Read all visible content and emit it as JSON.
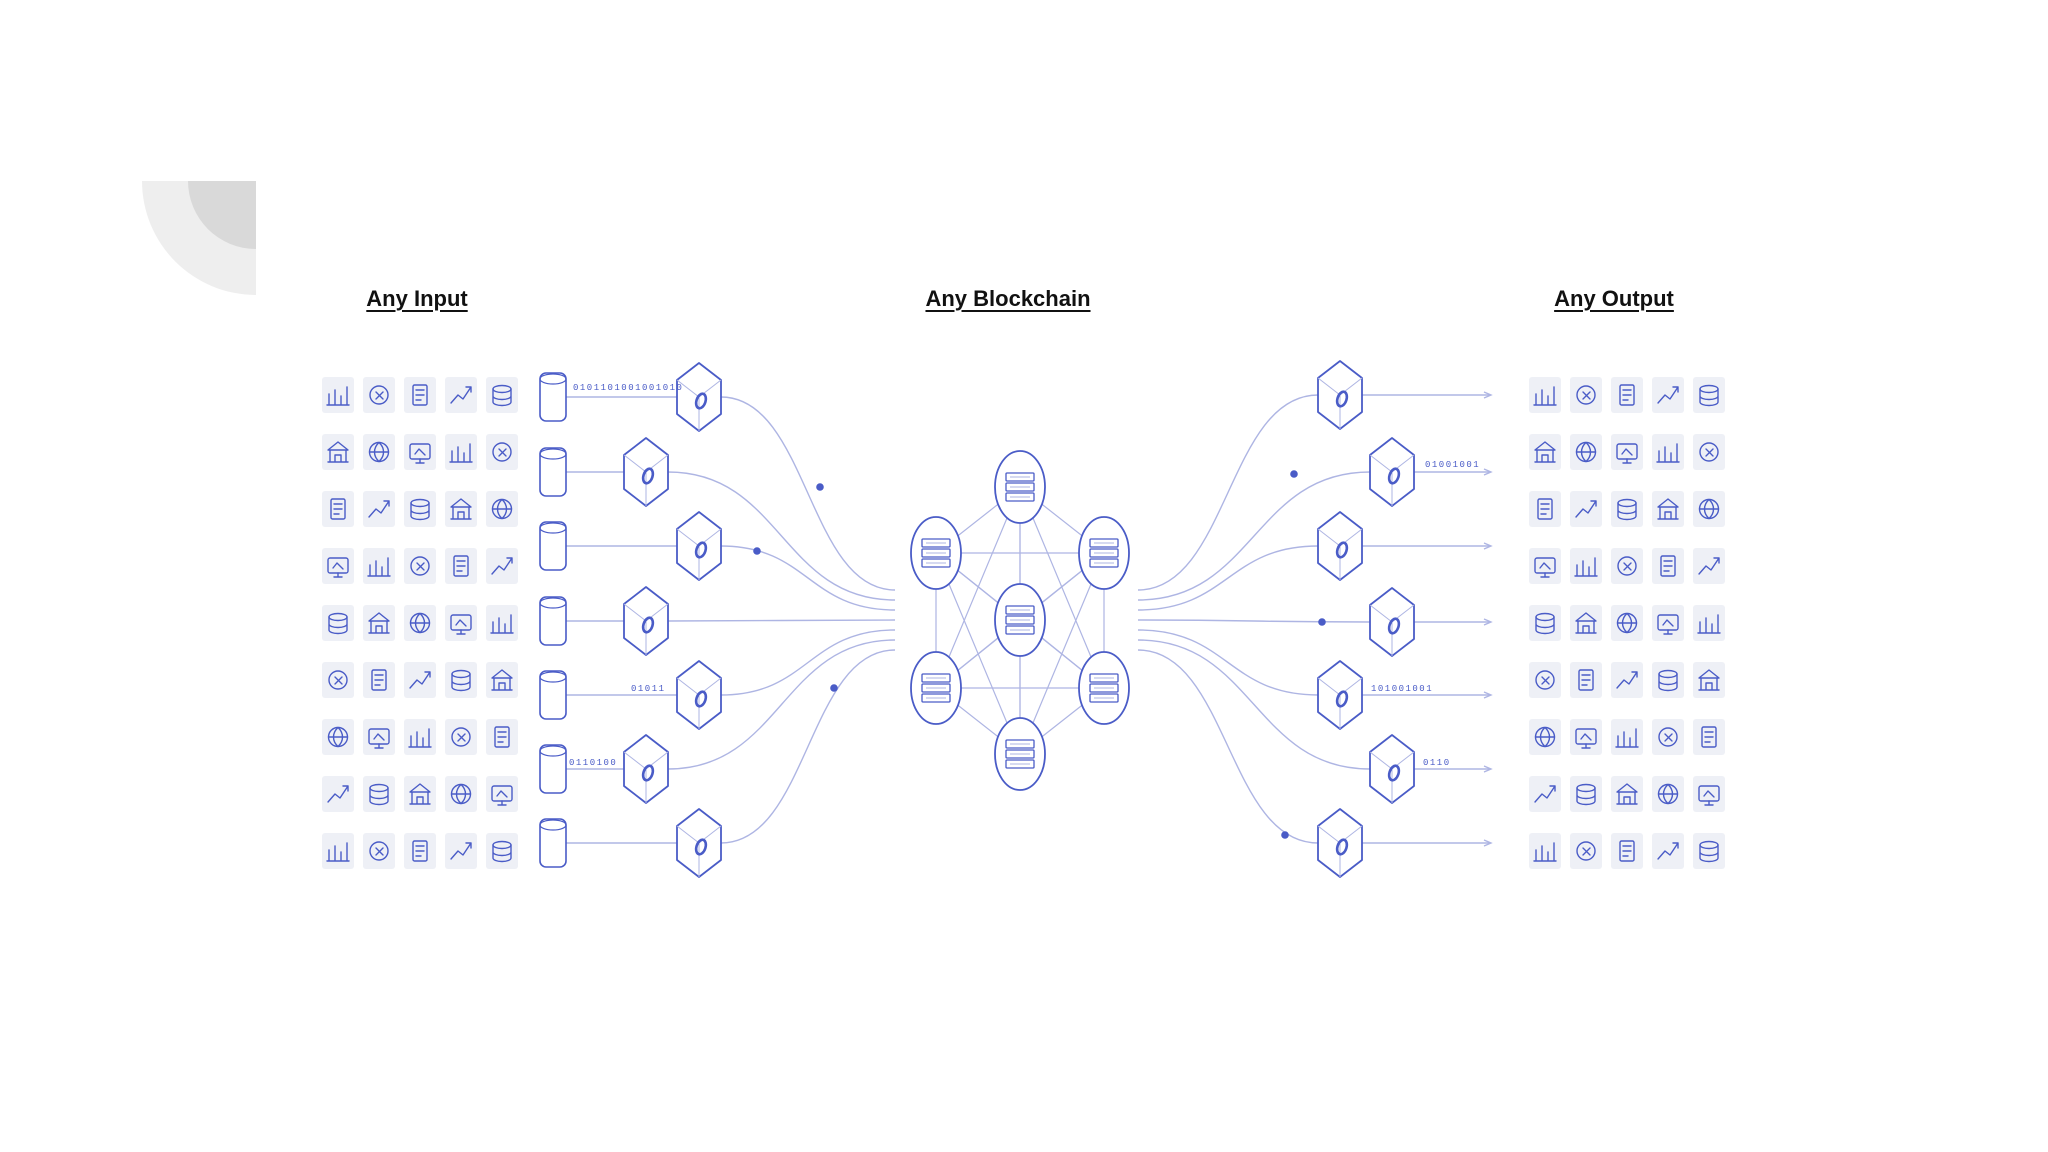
{
  "headings": {
    "input": "Any Input",
    "blockchain": "Any Blockchain",
    "output": "Any Output"
  },
  "colors": {
    "accent": "#4a5cc7",
    "line": "#aeb5e3",
    "tile": "#eef0f6",
    "decor": "#d9d9d9",
    "text": "#111111"
  },
  "input_side": {
    "icons": [
      "bar-chart-icon",
      "coin-exchange-icon",
      "calculator-doc-icon",
      "growth-chart-icon",
      "rugby-ball-icon",
      "weather-sun-icon",
      "hospital-icon",
      "auction-gavel-icon",
      "contract-signature-icon",
      "mountain-landscape-icon",
      "thermometer-icon",
      "people-group-icon",
      "laboratory-icon",
      "gears-icon",
      "rain-cloud-icon",
      "global-delivery-icon",
      "telescope-icon",
      "binary-crowd-icon",
      "shopping-cart-icon",
      "team-meeting-icon",
      "location-pin-icon",
      "fire-money-icon",
      "wind-turbine-icon",
      "battery-icon",
      "satellite-icon",
      "document-sign-icon",
      "crop-field-icon",
      "sunrise-icon",
      "football-icon",
      "stethoscope-icon",
      "earth-location-icon",
      "atom-icon",
      "soccer-ball-icon",
      "cycle-database-icon",
      "flooding-icon",
      "map-location-icon",
      "rocket-icon",
      "computer-alert-icon",
      "oil-rig-icon",
      "factory-chart-icon",
      "identity-card-icon",
      "code-window-icon",
      "heart-rate-icon",
      "image-database-icon",
      "user-id-icon"
    ],
    "binary_labels": [
      "0101101001001010",
      "01011",
      "0110100"
    ]
  },
  "output_side": {
    "icons": [
      "city-buildings-icon",
      "server-wallet-icon",
      "dollar-sign-icon",
      "bank-building-icon",
      "database-stack-icon",
      "global-lock-icon",
      "document-check-icon",
      "ethereum-icon",
      "terminal-window-icon",
      "classical-bank-icon",
      "mobile-payment-icon",
      "satellite-dish-icon",
      "checklist-icon",
      "globe-icon",
      "euro-sign-icon",
      "cloud-lock-icon",
      "bitcoin-icon",
      "monitor-chart-icon",
      "global-network-icon",
      "office-tower-icon",
      "database-icon",
      "museum-icon",
      "tether-icon",
      "digital-wallet-icon",
      "server-rack-icon",
      "factory-icon",
      "blocks-network-icon",
      "gear-cog-icon",
      "currency-icon",
      "skyscraper-icon",
      "monitor-check-icon",
      "government-building-icon",
      "lighthouse-icon",
      "pound-sign-icon",
      "document-play-icon",
      "cpu-chip-icon",
      "yen-sign-icon",
      "server-icon",
      "tall-building-icon",
      "spire-tower-icon",
      "user-server-icon",
      "global-coin-icon",
      "hard-drive-icon",
      "app-window-icon",
      "cube-network-icon"
    ],
    "binary_labels": [
      "01001001",
      "101001001",
      "0110"
    ]
  },
  "blockchain": {
    "node_icon": "server-stack-icon",
    "node_count": 7
  },
  "oracle_icon": "chainlink-hexagon-icon",
  "decoration": "quarter-circle-shape"
}
